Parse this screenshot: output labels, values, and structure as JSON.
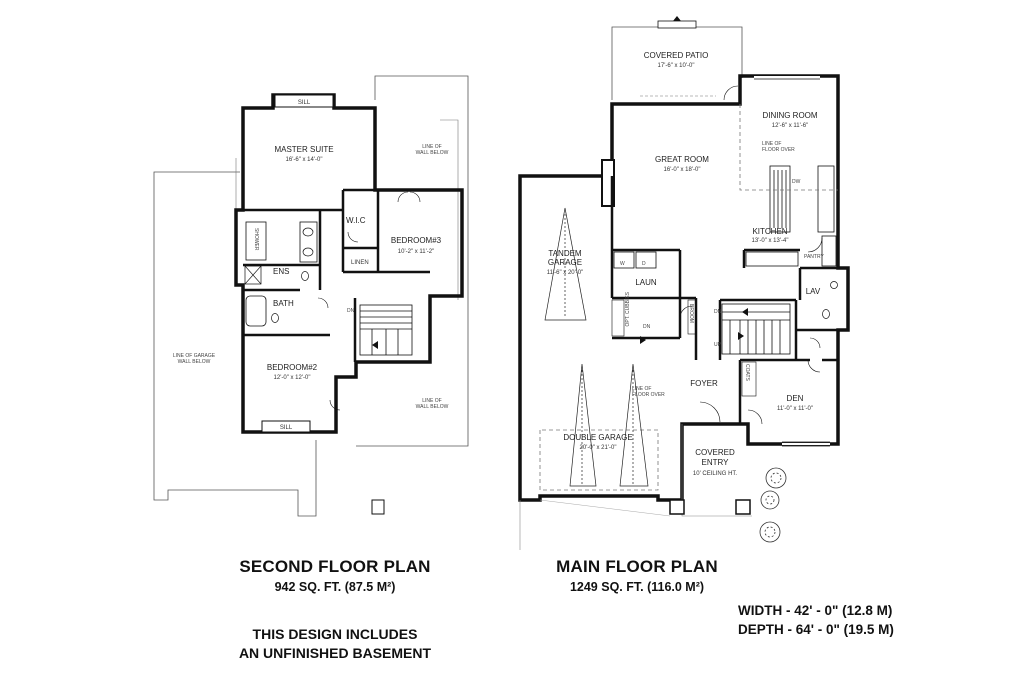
{
  "second_floor": {
    "title": "SECOND FLOOR PLAN",
    "area": "942 SQ. FT. (87.5 M²)",
    "rooms": {
      "master_suite": {
        "name": "MASTER SUITE",
        "dims": "16'-6\" x 14'-0\""
      },
      "bedroom3": {
        "name": "BEDROOM#3",
        "dims": "10'-2\" x 11'-2\""
      },
      "bedroom2": {
        "name": "BEDROOM#2",
        "dims": "12'-0\" x 12'-0\""
      },
      "wic": "W.I.C",
      "linen": "LINEN",
      "ens": "ENS",
      "bath": "BATH",
      "shower": "SHOWER"
    },
    "labels": {
      "sill_top": "SILL",
      "sill_bottom": "SILL",
      "dn": "DN",
      "wall_below_1": "LINE OF",
      "wall_below_2": "WALL BELOW",
      "wall_below_b1": "LINE OF",
      "wall_below_b2": "WALL BELOW",
      "garage_wall_1": "LINE OF GARAGE",
      "garage_wall_2": "WALL BELOW"
    }
  },
  "main_floor": {
    "title": "MAIN FLOOR PLAN",
    "area": "1249 SQ. FT. (116.0 M²)",
    "rooms": {
      "covered_patio": {
        "name": "COVERED PATIO",
        "dims": "17'-6\" x 10'-0\""
      },
      "dining_room": {
        "name": "DINING ROOM",
        "dims": "12'-6\" x 11'-6\""
      },
      "great_room": {
        "name": "GREAT ROOM",
        "dims": "16'-0\" x 18'-0\""
      },
      "kitchen": {
        "name": "KITCHEN",
        "dims": "13'-0\" x 13'-4\""
      },
      "tandem_garage": {
        "name1": "TANDEM",
        "name2": "GARAGE",
        "dims": "11'-6\" x 20'-0\""
      },
      "double_garage": {
        "name": "DOUBLE GARAGE",
        "dims": "20'-0\" x 21'-0\""
      },
      "covered_entry": {
        "name1": "COVERED",
        "name2": "ENTRY",
        "note": "10' CEILING HT."
      },
      "den": {
        "name": "DEN",
        "dims": "11'-0\" x 11'-0\""
      },
      "laun": "LAUN",
      "lav": "LAV",
      "foyer": "FOYER",
      "pantry": "PANTRY"
    },
    "labels": {
      "floor_over_1": "LINE OF",
      "floor_over_2": "FLOOR OVER",
      "floor_over_b1": "LINE OF",
      "floor_over_b2": "FLOOR OVER",
      "dw": "DW",
      "dn1": "DN",
      "dn2": "DN",
      "up": "UP",
      "broom": "BROOM",
      "cubbies": "OPT. CUBBIES",
      "coats": "COATS",
      "w": "W",
      "d": "D"
    }
  },
  "includes_line1": "THIS DESIGN INCLUDES",
  "includes_line2": "AN UNFINISHED BASEMENT",
  "width": "WIDTH - 42' - 0\" (12.8 M)",
  "depth": "DEPTH - 64' - 0\" (19.5 M)"
}
